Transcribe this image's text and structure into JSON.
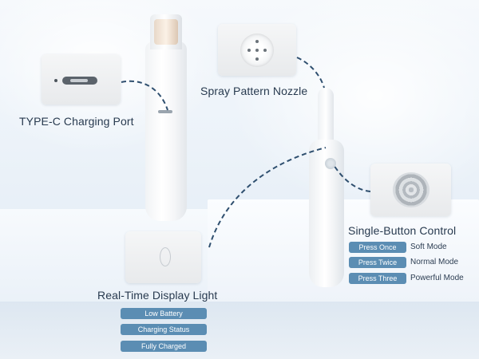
{
  "features": {
    "charging_port": {
      "title": "TYPE-C Charging Port"
    },
    "nozzle": {
      "title": "Spray Pattern Nozzle"
    },
    "button": {
      "title": "Single-Button Control",
      "modes": [
        {
          "press": "Press Once",
          "mode": "Soft Mode"
        },
        {
          "press": "Press Twice",
          "mode": "Normal Mode"
        },
        {
          "press": "Press Three",
          "mode": "Powerful Mode"
        }
      ]
    },
    "display_light": {
      "title": "Real-Time Display Light",
      "states": [
        "Low Battery",
        "Charging Status",
        "Fully Charged"
      ]
    }
  },
  "colors": {
    "pill": "#5b8db3",
    "text": "#283a4f",
    "connector": "#2f4f6f"
  }
}
